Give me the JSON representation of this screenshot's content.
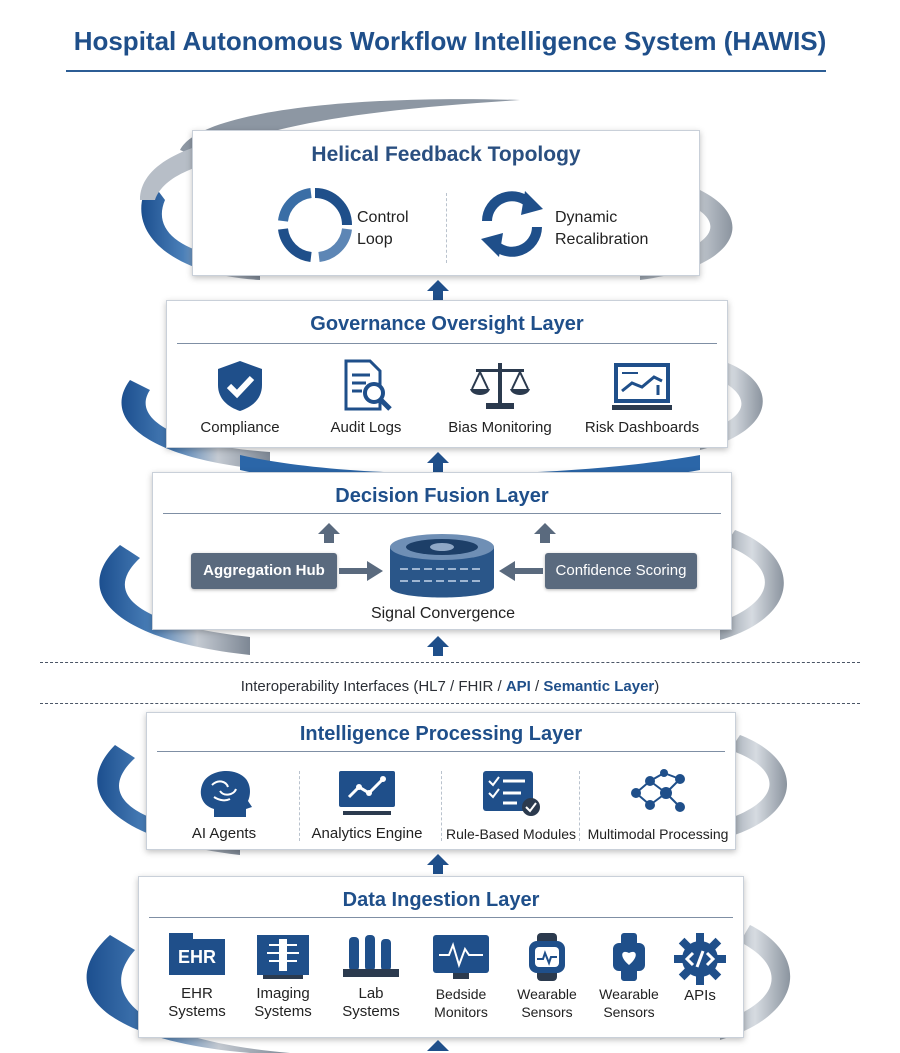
{
  "title": "Hospital Autonomous Workflow Intelligence System (HAWIS)",
  "helical": {
    "title": "Helical Feedback Topology",
    "items": [
      {
        "label1": "Control",
        "label2": "Loop",
        "icon": "cycle-ring-icon"
      },
      {
        "label1": "Dynamic",
        "label2": "Recalibration",
        "icon": "refresh-arrows-icon"
      }
    ]
  },
  "governance": {
    "title": "Governance Oversight Layer",
    "items": [
      {
        "label": "Compliance",
        "icon": "shield-check-icon"
      },
      {
        "label": "Audit Logs",
        "icon": "document-search-icon"
      },
      {
        "label": "Bias Monitoring",
        "icon": "balance-scale-icon"
      },
      {
        "label": "Risk Dashboards",
        "icon": "dashboard-chart-icon"
      }
    ]
  },
  "decision": {
    "title": "Decision Fusion Layer",
    "left_label": "Aggregation Hub",
    "right_label": "Confidence Scoring",
    "center_label": "Signal Convergence",
    "icon": "database-disk-icon"
  },
  "interop": {
    "prefix": "Interoperability Interfaces (HL7 / FHIR / ",
    "api": "API",
    "sep": " / ",
    "semantic": "Semantic Layer",
    "suffix": ")"
  },
  "intelligence": {
    "title": "Intelligence Processing Layer",
    "items": [
      {
        "label": "AI Agents",
        "icon": "brain-head-icon"
      },
      {
        "label": "Analytics Engine",
        "icon": "analytics-monitor-icon"
      },
      {
        "label": "Rule-Based Modules",
        "icon": "checklist-icon"
      },
      {
        "label": "Multimodal Processing",
        "icon": "network-nodes-icon"
      }
    ]
  },
  "ingestion": {
    "title": "Data Ingestion Layer",
    "ehr_badge": "EHR",
    "items": [
      {
        "label1": "EHR",
        "label2": "Systems",
        "icon": "ehr-folder-icon"
      },
      {
        "label1": "Imaging",
        "label2": "Systems",
        "icon": "xray-film-icon"
      },
      {
        "label1": "Lab",
        "label2": "Systems",
        "icon": "test-tubes-icon"
      },
      {
        "label1": "Bedside",
        "label2": "Monitors",
        "icon": "heart-monitor-icon"
      },
      {
        "label1": "Wearable",
        "label2": "Sensors",
        "icon": "wearable-device-icon"
      },
      {
        "label1": "Wearable",
        "label2": "Sensors",
        "icon": "smartwatch-icon"
      },
      {
        "label1": "APIs",
        "label2": "",
        "icon": "code-gear-icon"
      }
    ]
  },
  "colors": {
    "primary": "#1f4f8a",
    "ribbon_blue": "#1f5a9b",
    "ribbon_gray": "#a9b1bb",
    "pill": "#5a6a7e",
    "icon": "#1f4f8a"
  }
}
